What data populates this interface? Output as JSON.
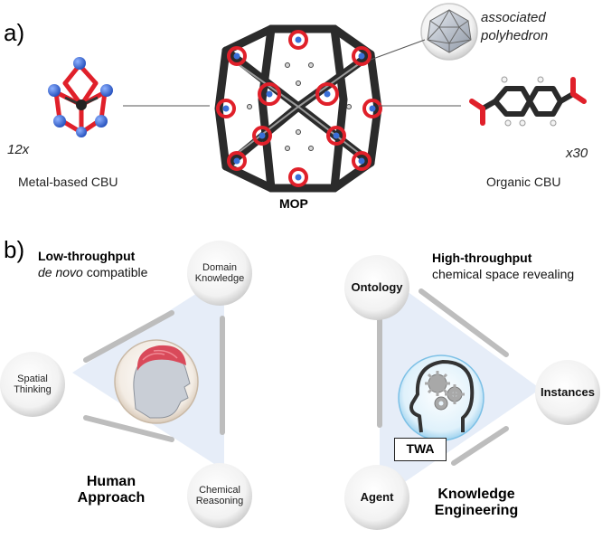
{
  "panel_a": {
    "label": "a)",
    "metal_cbu": {
      "multiplier": "12x",
      "caption": "Metal-based CBU"
    },
    "organic_cbu": {
      "multiplier": "x30",
      "caption": "Organic CBU"
    },
    "mop": {
      "caption": "MOP"
    },
    "polyhedron": {
      "line1": "associated",
      "line2": "polyhedron"
    }
  },
  "panel_b": {
    "label": "b)",
    "human": {
      "heading": "Low-throughput",
      "sub_italic": "de novo",
      "sub_rest": " compatible",
      "nodes": {
        "domain_line1": "Domain",
        "domain_line2": "Knowledge",
        "spatial_line1": "Spatial",
        "spatial_line2": "Thinking",
        "chemical_line1": "Chemical",
        "chemical_line2": "Reasoning"
      },
      "approach_line1": "Human",
      "approach_line2": "Approach"
    },
    "machine": {
      "heading": "High-throughput",
      "sub": "chemical space revealing",
      "nodes": {
        "ontology": "Ontology",
        "instances": "Instances",
        "agent": "Agent"
      },
      "badge": "TWA",
      "approach_line1": "Knowledge",
      "approach_line2": "Engineering"
    }
  },
  "colors": {
    "oxygen": "#e0202a",
    "metal": "#3a6fd8",
    "carbon": "#2a2a2a",
    "triangle_fill": "#e6edf8",
    "triangle_edge": "#bdbdbd"
  }
}
